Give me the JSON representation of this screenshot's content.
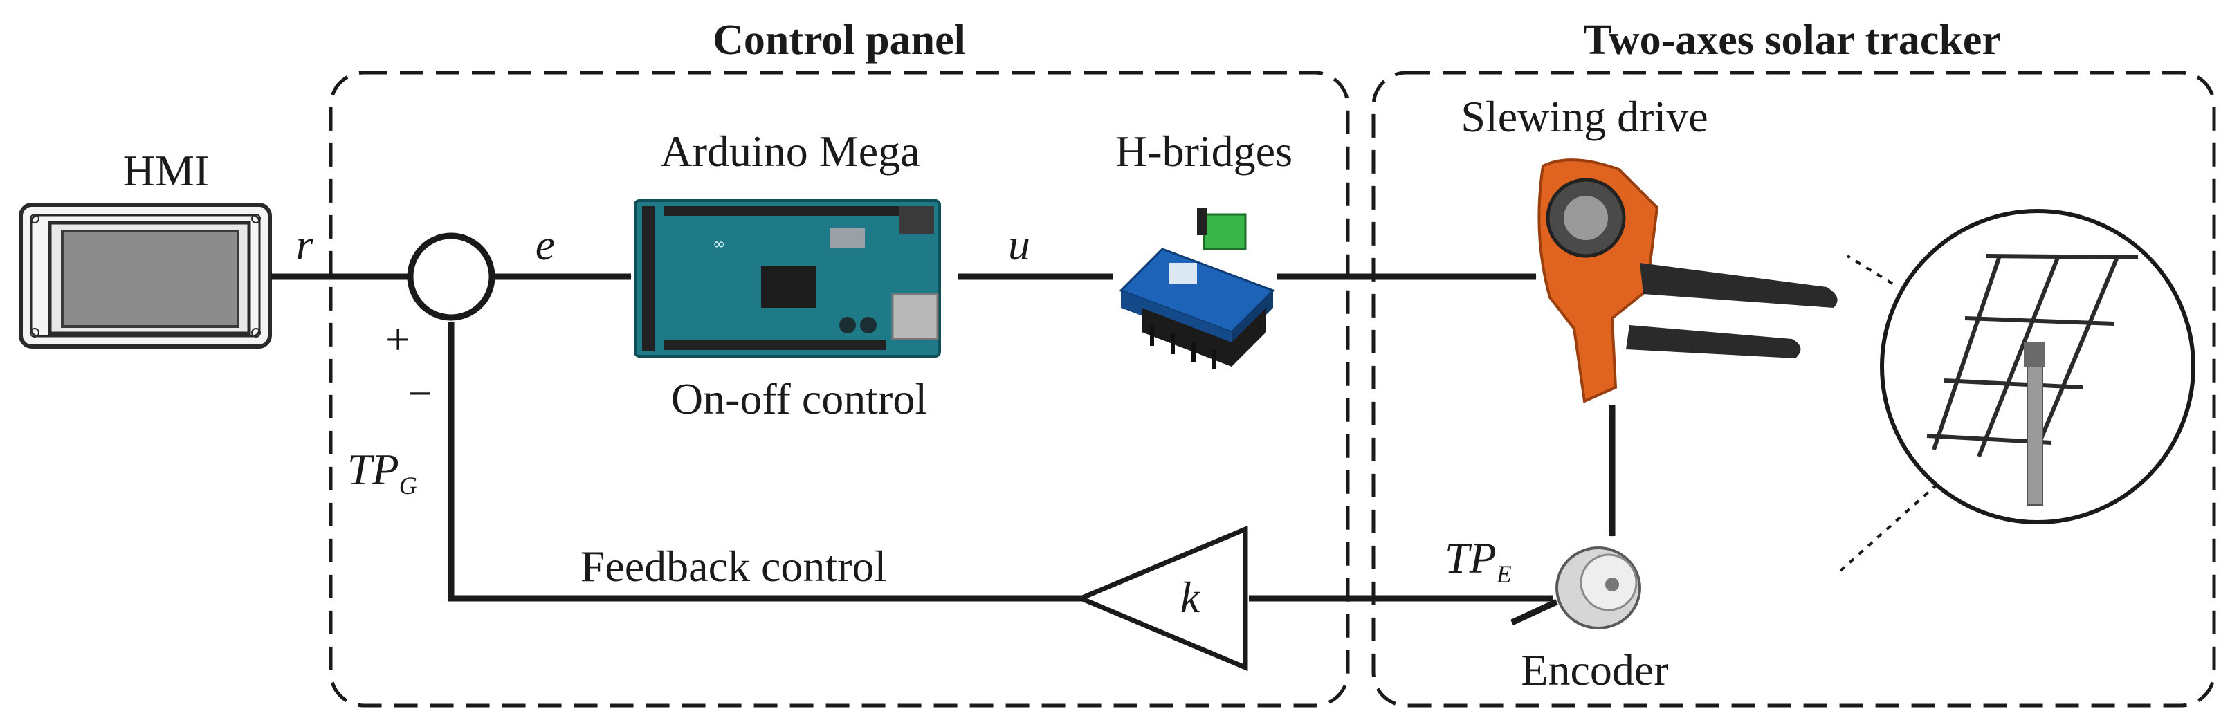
{
  "panels": {
    "control_panel_title": "Control panel",
    "tracker_title": "Two-axes solar tracker"
  },
  "components": {
    "hmi": "HMI",
    "arduino": "Arduino Mega",
    "arduino_caption": "On-off control",
    "hbridges": "H-bridges",
    "slewing_drive": "Slewing drive",
    "encoder": "Encoder",
    "feedback": "Feedback control"
  },
  "signals": {
    "reference": "r",
    "error": "e",
    "control": "u",
    "gain": "k",
    "tp_g": {
      "main": "TP",
      "sub": "G"
    },
    "tp_e": {
      "main": "TP",
      "sub": "E"
    }
  },
  "summing": {
    "plus": "+",
    "minus": "−"
  },
  "colors": {
    "board": "#1f7a87",
    "drive": "#e0641f",
    "hbridge": "#1d63b8",
    "terminal": "#39b54a",
    "ink": "#1a1a1a"
  }
}
